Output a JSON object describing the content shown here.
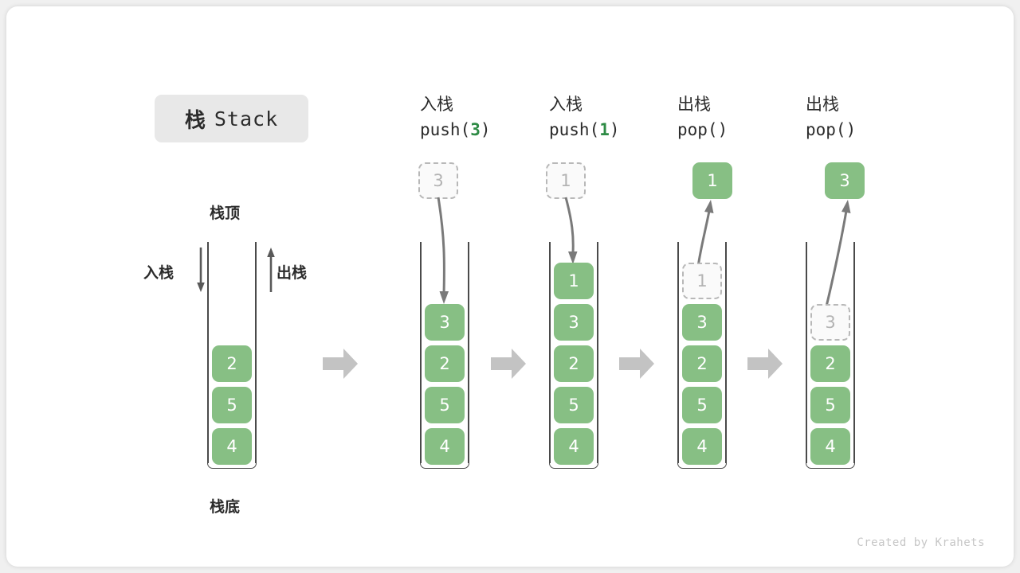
{
  "title": {
    "cn": "栈",
    "en": "Stack"
  },
  "labels": {
    "top": "栈顶",
    "bottom": "栈底",
    "push": "入栈",
    "pop": "出栈"
  },
  "colors": {
    "cell_fill": "#87bf84",
    "cell_text": "#ffffff",
    "ghost_border": "#b8b8b8",
    "ghost_text": "#b3b3b3",
    "arrow_gray": "#c3c3c3",
    "accent_green": "#2e8b45",
    "chip_bg": "#e8e8e8"
  },
  "columns": [
    {
      "name": "initial-stack",
      "heading_cn": "",
      "heading_code": "",
      "code_arg": "",
      "cells": [
        {
          "value": "2",
          "state": "filled"
        },
        {
          "value": "5",
          "state": "filled"
        },
        {
          "value": "4",
          "state": "filled"
        }
      ],
      "floating": null,
      "arrow": null
    },
    {
      "name": "push-3",
      "heading_cn": "入栈",
      "heading_code_prefix": "push(",
      "code_arg": "3",
      "heading_code_suffix": ")",
      "cells": [
        {
          "value": "3",
          "state": "filled"
        },
        {
          "value": "2",
          "state": "filled"
        },
        {
          "value": "5",
          "state": "filled"
        },
        {
          "value": "4",
          "state": "filled"
        }
      ],
      "floating": {
        "value": "3",
        "state": "ghost"
      },
      "arrow": "down"
    },
    {
      "name": "push-1",
      "heading_cn": "入栈",
      "heading_code_prefix": "push(",
      "code_arg": "1",
      "heading_code_suffix": ")",
      "cells": [
        {
          "value": "1",
          "state": "filled"
        },
        {
          "value": "3",
          "state": "filled"
        },
        {
          "value": "2",
          "state": "filled"
        },
        {
          "value": "5",
          "state": "filled"
        },
        {
          "value": "4",
          "state": "filled"
        }
      ],
      "floating": {
        "value": "1",
        "state": "ghost"
      },
      "arrow": "down"
    },
    {
      "name": "pop-1",
      "heading_cn": "出栈",
      "heading_code_prefix": "pop(",
      "code_arg": "",
      "heading_code_suffix": ")",
      "cells": [
        {
          "value": "1",
          "state": "ghost"
        },
        {
          "value": "3",
          "state": "filled"
        },
        {
          "value": "2",
          "state": "filled"
        },
        {
          "value": "5",
          "state": "filled"
        },
        {
          "value": "4",
          "state": "filled"
        }
      ],
      "floating": {
        "value": "1",
        "state": "filled"
      },
      "arrow": "up"
    },
    {
      "name": "pop-3",
      "heading_cn": "出栈",
      "heading_code_prefix": "pop(",
      "code_arg": "",
      "heading_code_suffix": ")",
      "cells": [
        {
          "value": "3",
          "state": "ghost"
        },
        {
          "value": "2",
          "state": "filled"
        },
        {
          "value": "5",
          "state": "filled"
        },
        {
          "value": "4",
          "state": "filled"
        }
      ],
      "floating": {
        "value": "3",
        "state": "filled"
      },
      "arrow": "up"
    }
  ],
  "footer": "Created by Krahets"
}
